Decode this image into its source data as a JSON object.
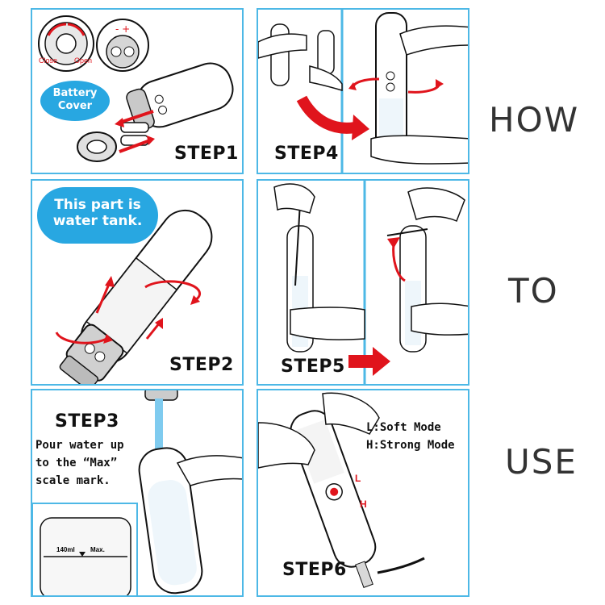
{
  "accent_color": "#4db8e6",
  "arrow_color": "#e0141c",
  "panels": {
    "step1": {
      "label": "STEP1",
      "bubble": "Battery Cover",
      "close_label": "Close",
      "open_label": "Open"
    },
    "step2": {
      "label": "STEP2",
      "bubble_line1": "This part is",
      "bubble_line2": "water tank."
    },
    "step3": {
      "label": "STEP3",
      "instruction_line1": "Pour water up",
      "instruction_line2": "to the “Max”",
      "instruction_line3": "scale mark.",
      "scale_min": "140ml",
      "scale_max": "Max."
    },
    "step4": {
      "label": "STEP4"
    },
    "step5": {
      "label": "STEP5"
    },
    "step6": {
      "label": "STEP6",
      "mode_low": "L:Soft Mode",
      "mode_high": "H:Strong Mode",
      "marker_l": "L",
      "marker_h": "H"
    }
  },
  "side_words": [
    "HOW",
    "TO",
    "USE"
  ]
}
